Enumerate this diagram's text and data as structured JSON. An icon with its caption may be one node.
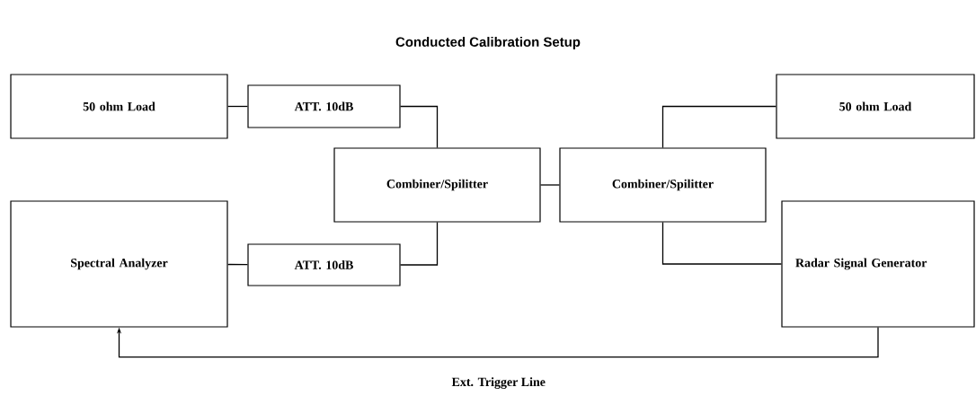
{
  "diagram": {
    "title": "Conducted Calibration Setup",
    "nodes": [
      {
        "text": [
          "50 ohm Load"
        ]
      },
      {
        "text": [
          "ATT. 10dB"
        ]
      },
      {
        "text": [
          "Combiner/Spilitter"
        ]
      },
      {
        "text": [
          "Spectral Analyzer"
        ]
      },
      {
        "text": [
          "ATT. 10dB"
        ]
      },
      {
        "text": [
          "Combiner/Spilitter"
        ]
      },
      {
        "text": [
          "50 ohm Load"
        ]
      },
      {
        "text": [
          "Radar Signal Generator"
        ]
      }
    ],
    "edges": [
      {
        "from": 0,
        "to": 1,
        "arrow": "none"
      },
      {
        "from": 1,
        "to": 2,
        "arrow": "none"
      },
      {
        "from": 2,
        "to": 4,
        "arrow": "none"
      },
      {
        "from": 4,
        "to": 3,
        "arrow": "none"
      },
      {
        "from": 2,
        "to": 5,
        "arrow": "none"
      },
      {
        "from": 5,
        "to": 6,
        "arrow": "none"
      },
      {
        "from": 5,
        "to": 7,
        "arrow": "none"
      },
      {
        "from": 7,
        "to": 3,
        "arrow": "to",
        "label": "Ext. Trigger Line"
      }
    ]
  }
}
